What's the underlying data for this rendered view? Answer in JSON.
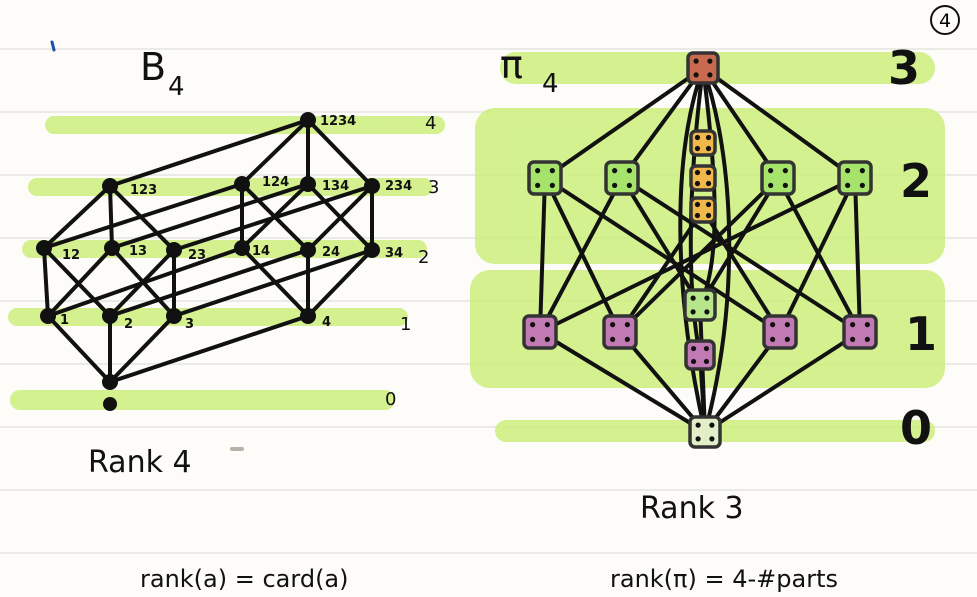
{
  "page": {
    "number": "4",
    "colors": {
      "paper": "#fdfcf8",
      "rule_line": "#e3e3e0",
      "highlighter": "#cdef7d",
      "ink": "#111111",
      "rank2_fill": "#a6e36a",
      "rank2_center_fill": "#f0b84a",
      "rank1_fill": "#c27ab5",
      "rank3_fill": "#c86a50",
      "rank0_fill": "#e2efc6",
      "block_node_fill": "#b7e58a"
    }
  },
  "boolean_lattice": {
    "title": "B",
    "title_subscript": "4",
    "caption": "Rank 4",
    "formula": "rank(a) = card(a)",
    "rank_labels": [
      "0",
      "1",
      "2",
      "3",
      "4"
    ],
    "rank0_labels": [],
    "rank1_labels": [
      "1",
      "2",
      "3",
      "4"
    ],
    "rank2_labels": [
      "12",
      "13",
      "23",
      "14",
      "24",
      "34"
    ],
    "rank3_labels": [
      "123",
      "124",
      "134",
      "234"
    ],
    "rank4_labels": [
      "1234"
    ]
  },
  "partition_lattice": {
    "title": "π",
    "title_subscript": "4",
    "caption": "Rank 3",
    "formula": "rank(π) = 4-#parts",
    "rank_labels": [
      "0",
      "1",
      "2",
      "3"
    ]
  }
}
